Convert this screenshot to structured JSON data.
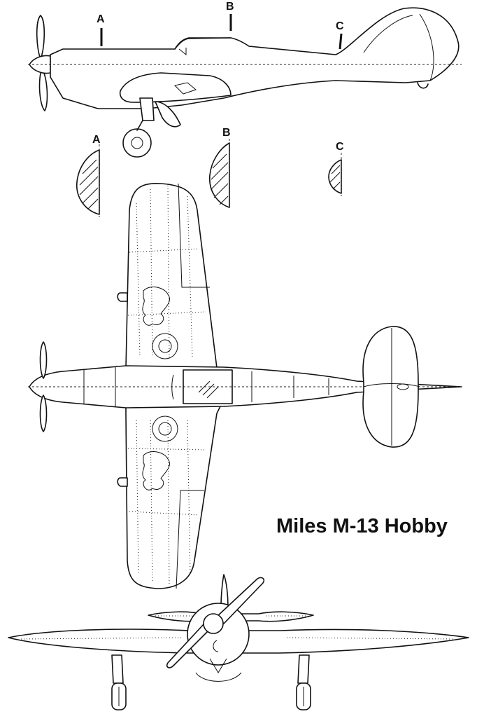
{
  "title": "Miles M-13 Hobby",
  "section_markers": {
    "a": "A",
    "b": "B",
    "c": "C"
  },
  "section_labels": {
    "a": "A",
    "b": "B",
    "c": "C"
  },
  "views": [
    "side-view",
    "top-view",
    "front-view"
  ]
}
